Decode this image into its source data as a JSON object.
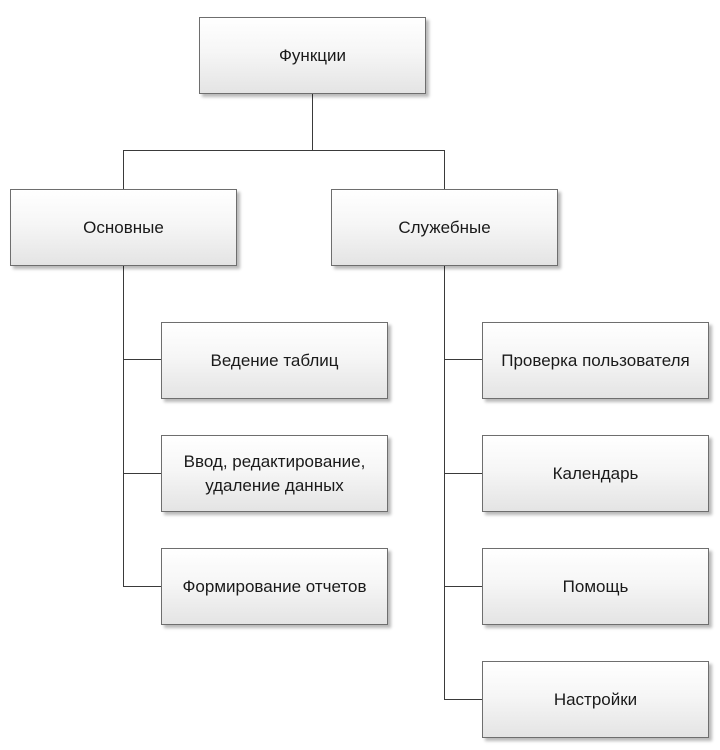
{
  "diagram": {
    "root": {
      "label": "Функции"
    },
    "branches": [
      {
        "label": "Основные",
        "children": [
          {
            "label": "Ведение таблиц"
          },
          {
            "label": "Ввод, редактирование, удаление данных"
          },
          {
            "label": "Формирование отчетов"
          }
        ]
      },
      {
        "label": "Служебные",
        "children": [
          {
            "label": "Проверка пользователя"
          },
          {
            "label": "Календарь"
          },
          {
            "label": "Помощь"
          },
          {
            "label": "Настройки"
          }
        ]
      }
    ]
  }
}
